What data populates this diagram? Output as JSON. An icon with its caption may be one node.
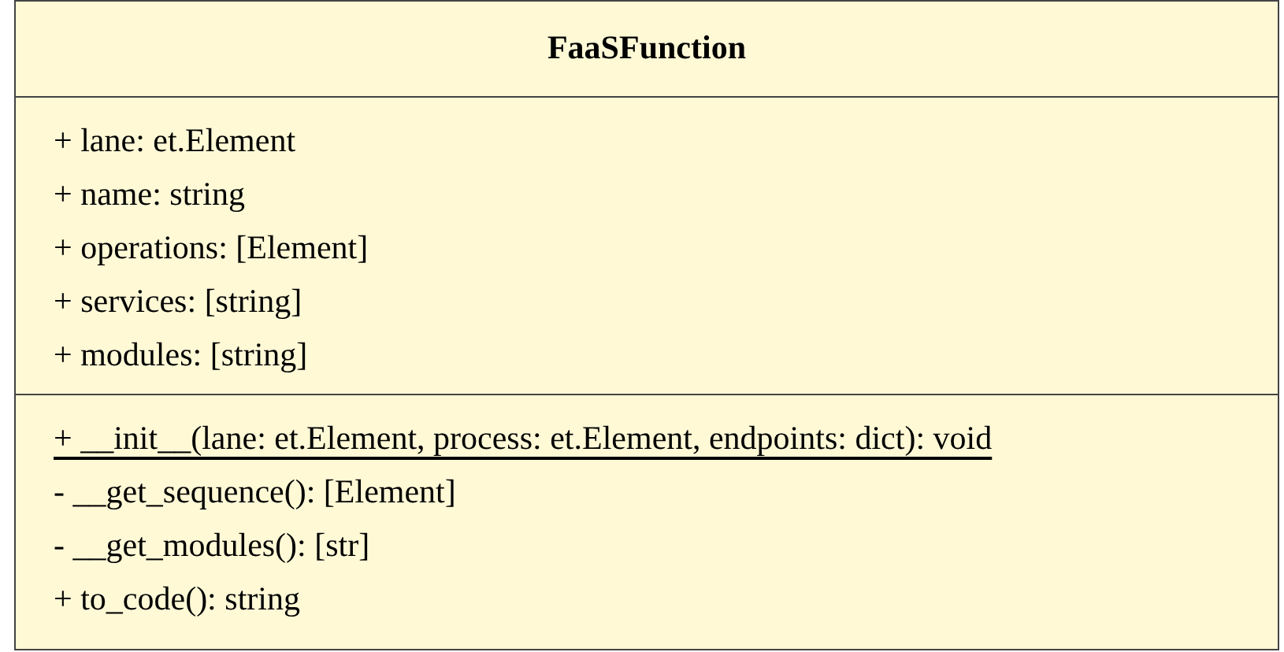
{
  "diagram": {
    "nodes": [
      {
        "text": [
          "FaaSFunction"
        ]
      },
      {
        "text": [
          "+ lane: et.Element",
          "+ name: string",
          "+ operations: [Element]",
          "+ services: [string]",
          "+ modules: [string]"
        ],
        "in": 0
      },
      {
        "text": [
          "+ __init__(lane: et.Element, process: et.Element, endpoints: dict): void",
          "- __get_sequence(): [Element]",
          "- __get_modules(): [str]",
          "+ to_code(): string"
        ],
        "in": 0
      }
    ]
  }
}
